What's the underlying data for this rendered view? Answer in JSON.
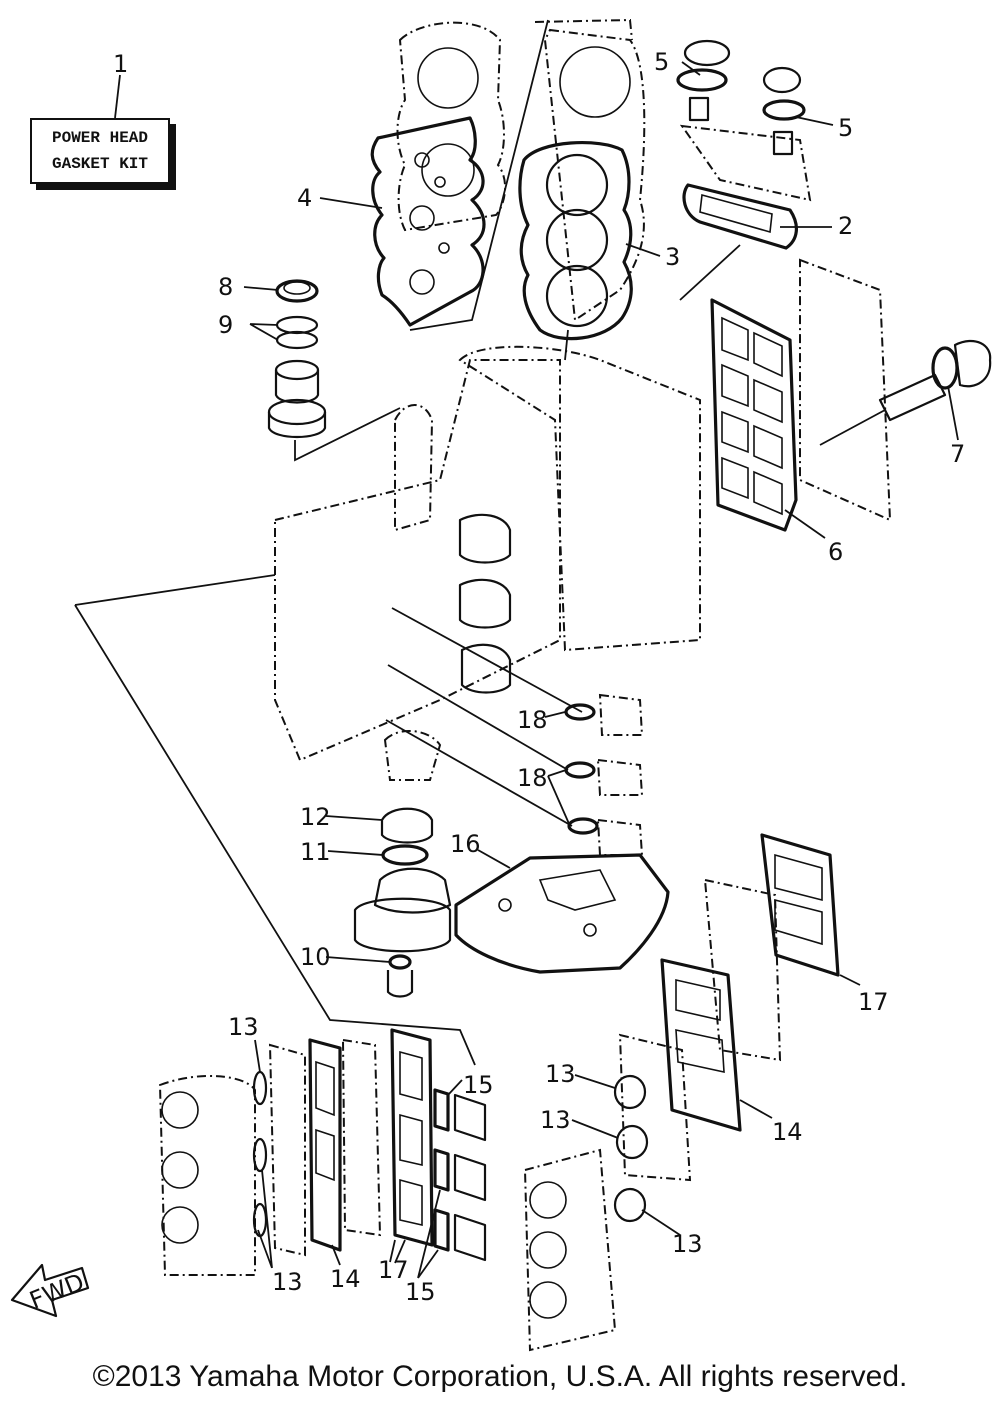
{
  "kit_box": {
    "line1": "POWER HEAD",
    "line2": "GASKET KIT"
  },
  "callouts": {
    "c1": "1",
    "c2": "2",
    "c3": "3",
    "c4": "4",
    "c5a": "5",
    "c5b": "5",
    "c6": "6",
    "c7": "7",
    "c8": "8",
    "c9": "9",
    "c10": "10",
    "c11": "11",
    "c12": "12",
    "c13a": "13",
    "c13b": "13",
    "c13c": "13",
    "c13d": "13",
    "c13e": "13",
    "c14a": "14",
    "c14b": "14",
    "c15a": "15",
    "c15b": "15",
    "c16": "16",
    "c17a": "17",
    "c17b": "17",
    "c18a": "18",
    "c18b": "18"
  },
  "fwd_label": "FWD",
  "copyright": "©2013 Yamaha Motor Corporation, U.S.A. All rights reserved."
}
